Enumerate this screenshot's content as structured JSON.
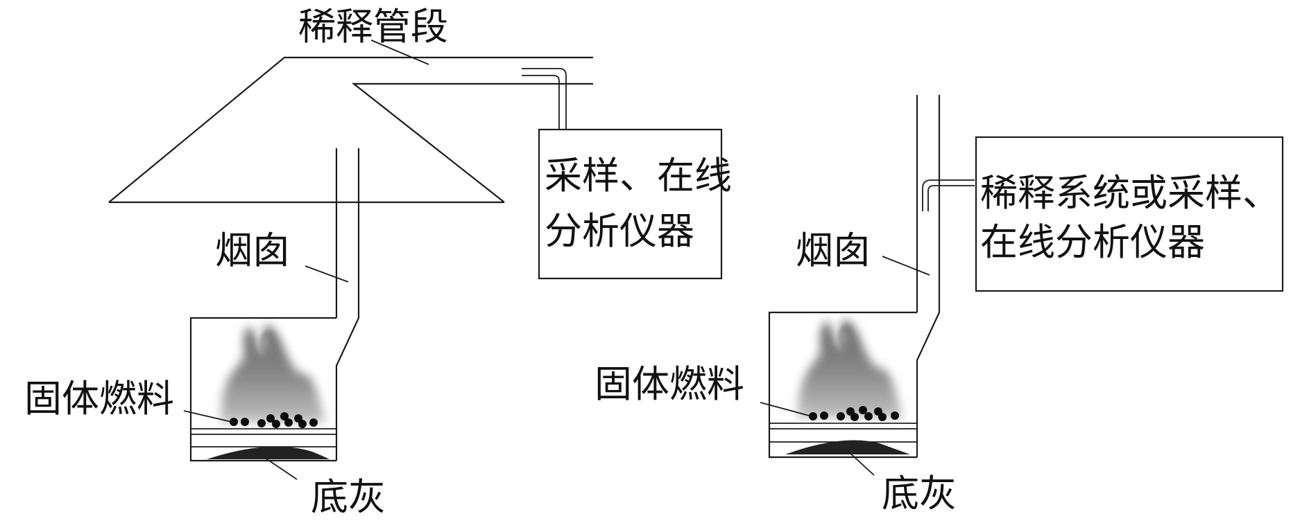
{
  "colors": {
    "line": "#1a1a1a",
    "flame": "#8a8a8a",
    "ash": "#222222",
    "coal": "#0d0d0d"
  },
  "left_system": {
    "label_dilution_pipe": "稀释管段",
    "box_line1": "采样、在线",
    "box_line2": "分析仪器",
    "label_chimney": "烟囱",
    "label_fuel": "固体燃料",
    "label_ash": "底灰"
  },
  "right_system": {
    "box_line1": "稀释系统或采样、",
    "box_line2": "在线分析仪器",
    "label_chimney": "烟囱",
    "label_fuel": "固体燃料",
    "label_ash": "底灰"
  }
}
